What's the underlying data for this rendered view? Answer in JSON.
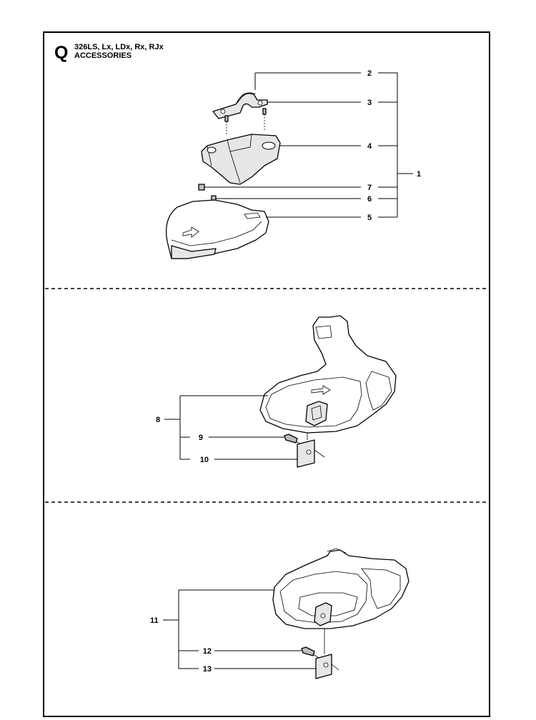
{
  "header": {
    "section_letter": "Q",
    "models": "326LS, Lx, LDx, Rx, RJx",
    "section_title": "ACCESSORIES"
  },
  "sections": [
    {
      "id": "mount-assembly",
      "callouts": [
        {
          "number": "1"
        },
        {
          "number": "2"
        },
        {
          "number": "3"
        },
        {
          "number": "4"
        },
        {
          "number": "7"
        },
        {
          "number": "6"
        },
        {
          "number": "5"
        }
      ]
    },
    {
      "id": "guard-a",
      "callouts": [
        {
          "number": "8"
        },
        {
          "number": "9"
        },
        {
          "number": "10"
        }
      ]
    },
    {
      "id": "guard-b",
      "callouts": [
        {
          "number": "11"
        },
        {
          "number": "12"
        },
        {
          "number": "13"
        }
      ]
    }
  ],
  "colors": {
    "ink": "#000000",
    "paper": "#ffffff",
    "part_shade": "#e6e6e6",
    "part_dark": "#bdbdbd"
  }
}
